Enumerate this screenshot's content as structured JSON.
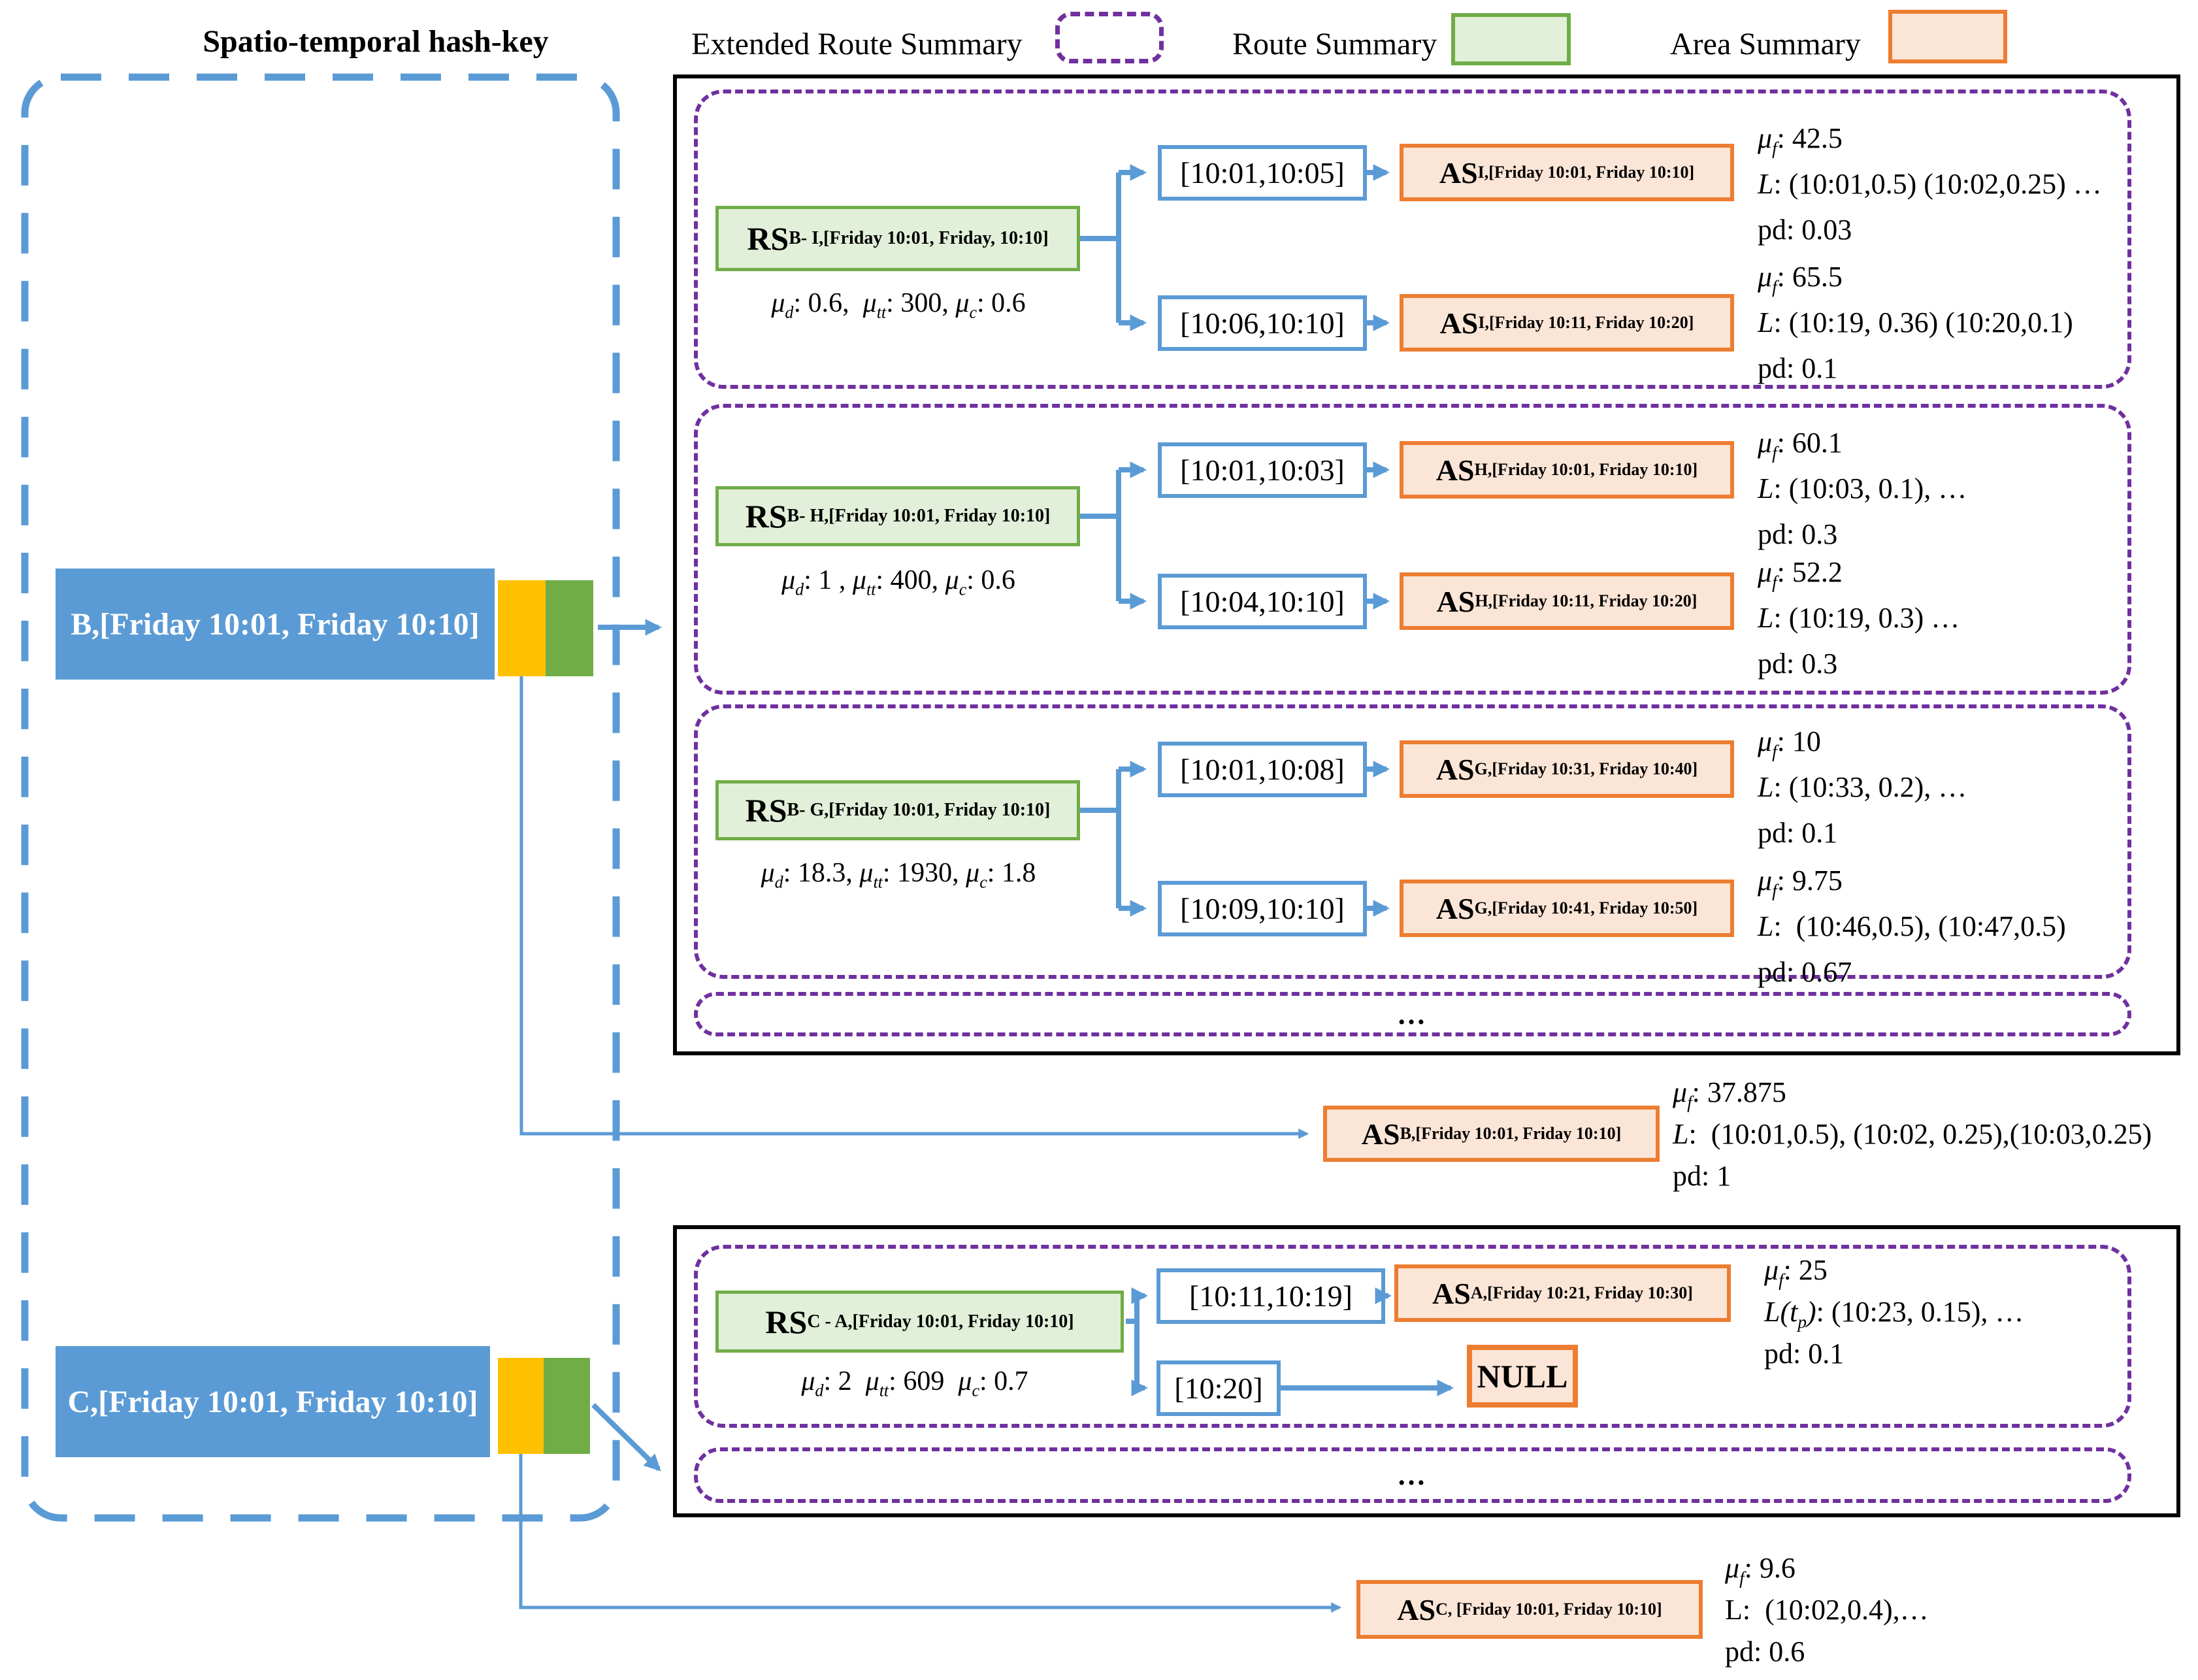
{
  "colors": {
    "blue": "#5B9BD5",
    "yellow": "#FFC000",
    "green": "#70AD47",
    "green_fill": "#E2EFD9",
    "orange": "#ED7D31",
    "orange_fill": "#FBE5D6",
    "purple": "#7030A0",
    "black": "#000000"
  },
  "header": {
    "title": "Spatio-temporal hash-key",
    "legend_extended": "Extended Route Summary",
    "legend_route": "Route Summary",
    "legend_area": "Area Summary"
  },
  "hash_keys": {
    "b": "B,[Friday 10:01, Friday 10:10]",
    "c": "C,[Friday 10:01, Friday 10:10]"
  },
  "misc": {
    "ellipsis": "…"
  },
  "groups": [
    {
      "rs": {
        "head": "RS",
        "sub": "B- I,[Friday 10:01, Friday, 10:10]"
      },
      "params": [
        {
          "head": "μ",
          "sub": "d",
          "tail": ": 0.6,  "
        },
        {
          "head": "μ",
          "sub": "tt",
          "tail": ": 300, "
        },
        {
          "head": "μ",
          "sub": "c",
          "tail": ": 0.6"
        }
      ],
      "rows": [
        {
          "interval": "[10:01,10:05]",
          "as": {
            "head": "AS",
            "sub": "I,[Friday 10:01, Friday 10:10]"
          },
          "stats": [
            {
              "head": "μ",
              "sub": "f",
              "tail": ": 42.5"
            },
            {
              "head": "L",
              "sub": "",
              "tail": ": (10:01,0.5) (10:02,0.25) …"
            },
            {
              "head": "pd",
              "sub": "",
              "tail": ": 0.03"
            }
          ]
        },
        {
          "interval": "[10:06,10:10]",
          "as": {
            "head": "AS",
            "sub": "I,[Friday 10:11, Friday 10:20]"
          },
          "stats": [
            {
              "head": "μ",
              "sub": "f",
              "tail": ": 65.5"
            },
            {
              "head": "L",
              "sub": "",
              "tail": ": (10:19, 0.36) (10:20,0.1)"
            },
            {
              "head": "pd",
              "sub": "",
              "tail": ": 0.1"
            }
          ]
        }
      ]
    },
    {
      "rs": {
        "head": "RS",
        "sub": "B- H,[Friday 10:01, Friday 10:10]"
      },
      "params": [
        {
          "head": "μ",
          "sub": "d",
          "tail": ": 1 , "
        },
        {
          "head": "μ",
          "sub": "tt",
          "tail": ": 400, "
        },
        {
          "head": "μ",
          "sub": "c",
          "tail": ": 0.6"
        }
      ],
      "rows": [
        {
          "interval": "[10:01,10:03]",
          "as": {
            "head": "AS",
            "sub": "H,[Friday 10:01, Friday 10:10]"
          },
          "stats": [
            {
              "head": "μ",
              "sub": "f",
              "tail": ": 60.1"
            },
            {
              "head": "L",
              "sub": "",
              "tail": ": (10:03, 0.1), …"
            },
            {
              "head": "pd",
              "sub": "",
              "tail": ": 0.3"
            }
          ]
        },
        {
          "interval": "[10:04,10:10]",
          "as": {
            "head": "AS",
            "sub": "H,[Friday 10:11, Friday 10:20]"
          },
          "stats": [
            {
              "head": "μ",
              "sub": "f",
              "tail": ": 52.2"
            },
            {
              "head": "L",
              "sub": "",
              "tail": ": (10:19, 0.3) …"
            },
            {
              "head": "pd",
              "sub": "",
              "tail": ": 0.3"
            }
          ]
        }
      ]
    },
    {
      "rs": {
        "head": "RS",
        "sub": "B- G,[Friday 10:01, Friday 10:10]"
      },
      "params": [
        {
          "head": "μ",
          "sub": "d",
          "tail": ": 18.3, "
        },
        {
          "head": "μ",
          "sub": "tt",
          "tail": ": 1930, "
        },
        {
          "head": "μ",
          "sub": "c",
          "tail": ": 1.8"
        }
      ],
      "rows": [
        {
          "interval": "[10:01,10:08]",
          "as": {
            "head": "AS",
            "sub": "G,[Friday 10:31, Friday 10:40]"
          },
          "stats": [
            {
              "head": "μ",
              "sub": "f",
              "tail": ": 10"
            },
            {
              "head": "L",
              "sub": "",
              "tail": ": (10:33, 0.2), …"
            },
            {
              "head": "pd",
              "sub": "",
              "tail": ": 0.1"
            }
          ]
        },
        {
          "interval": "[10:09,10:10]",
          "as": {
            "head": "AS",
            "sub": "G,[Friday 10:41, Friday 10:50]"
          },
          "stats": [
            {
              "head": "μ",
              "sub": "f",
              "tail": ": 9.75"
            },
            {
              "head": "L",
              "sub": "",
              "tail": ":  (10:46,0.5), (10:47,0.5)"
            },
            {
              "head": "pd",
              "sub": "",
              "tail": ": 0.67"
            }
          ]
        }
      ]
    },
    {
      "rs": {
        "head": "RS",
        "sub": "C - A,[Friday 10:01, Friday 10:10]"
      },
      "params": [
        {
          "head": "μ",
          "sub": "d",
          "tail": ": 2  "
        },
        {
          "head": "μ",
          "sub": "tt",
          "tail": ": 609  "
        },
        {
          "head": "μ",
          "sub": "c",
          "tail": ": 0.7"
        }
      ],
      "rows": [
        {
          "interval": "[10:11,10:19]",
          "as": {
            "head": "AS",
            "sub": "A,[Friday 10:21, Friday 10:30]"
          },
          "stats": [
            {
              "head": "μ",
              "sub": "f",
              "tail": ": 25"
            },
            {
              "head": "L(t",
              "sub": "p",
              "after": ")",
              "tail": ": (10:23, 0.15), …"
            },
            {
              "head": "pd",
              "sub": "",
              "tail": ": 0.1"
            }
          ]
        },
        {
          "interval": "[10:20]",
          "null_label": "NULL"
        }
      ]
    }
  ],
  "as_b": {
    "as": {
      "head": "AS",
      "sub": "B,[Friday 10:01, Friday 10:10]"
    },
    "stats": [
      {
        "head": "μ",
        "sub": "f",
        "tail": ": 37.875"
      },
      {
        "head": "L",
        "sub": "",
        "tail": ":  (10:01,0.5), (10:02, 0.25),(10:03,0.25)"
      },
      {
        "head": "pd",
        "sub": "",
        "tail": ": 1"
      }
    ]
  },
  "as_c": {
    "as": {
      "head": "AS",
      "sub": "C, [Friday 10:01, Friday 10:10]"
    },
    "stats": [
      {
        "head": "μ",
        "sub": "f",
        "tail": ": 9.6"
      },
      {
        "head": "L",
        "sub": "",
        "tail": ":  (10:02,0.4),…"
      },
      {
        "head": "pd",
        "sub": "",
        "tail": ": 0.6"
      }
    ]
  }
}
